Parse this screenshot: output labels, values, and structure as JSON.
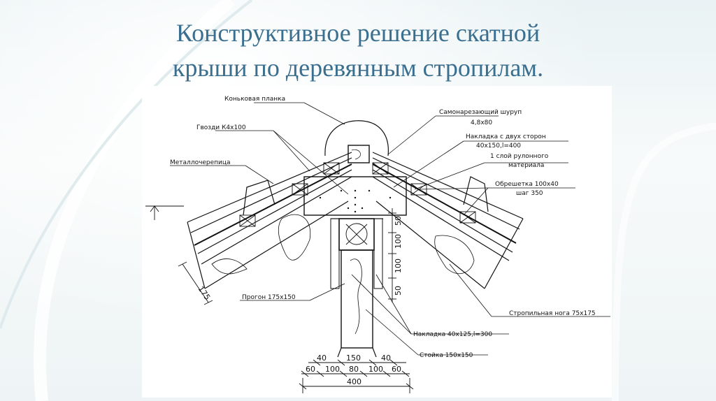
{
  "slide": {
    "title_line1": "Конструктивное решение скатной",
    "title_line2": "крыши по деревянным стропилам."
  },
  "labels": {
    "ridge_strip": "Коньковая планка",
    "self_tapping_screw": "Самонарезающий шуруп",
    "self_tapping_screw_size": "4,8х80",
    "nails": "Гвозди К4х100",
    "overlay_two_sides": "Накладка с двух сторон",
    "overlay_two_sides_size": "40х150,l=400",
    "roll_material_line1": "1 слой рулонного",
    "roll_material_line2": "материала",
    "metal_tile": "Металлочерепица",
    "battens": "Обрешетка 100х40",
    "battens_step": "шаг 350",
    "purlin": "Прогон 175х150",
    "rafter_leg": "Стропильная нога 75х175",
    "overlay_small": "Накладка 40х125,l=300",
    "post": "Стойка 150х150"
  },
  "dimensions": {
    "row1": [
      "40",
      "150",
      "40"
    ],
    "row2": [
      "60",
      "100",
      "80",
      "100",
      "60"
    ],
    "total": "400",
    "vertical": [
      "50",
      "100",
      "100",
      "50"
    ],
    "slope": "175"
  },
  "colors": {
    "title": "#3b6f8f",
    "line": "#111111",
    "background": "#f4f8f9"
  }
}
